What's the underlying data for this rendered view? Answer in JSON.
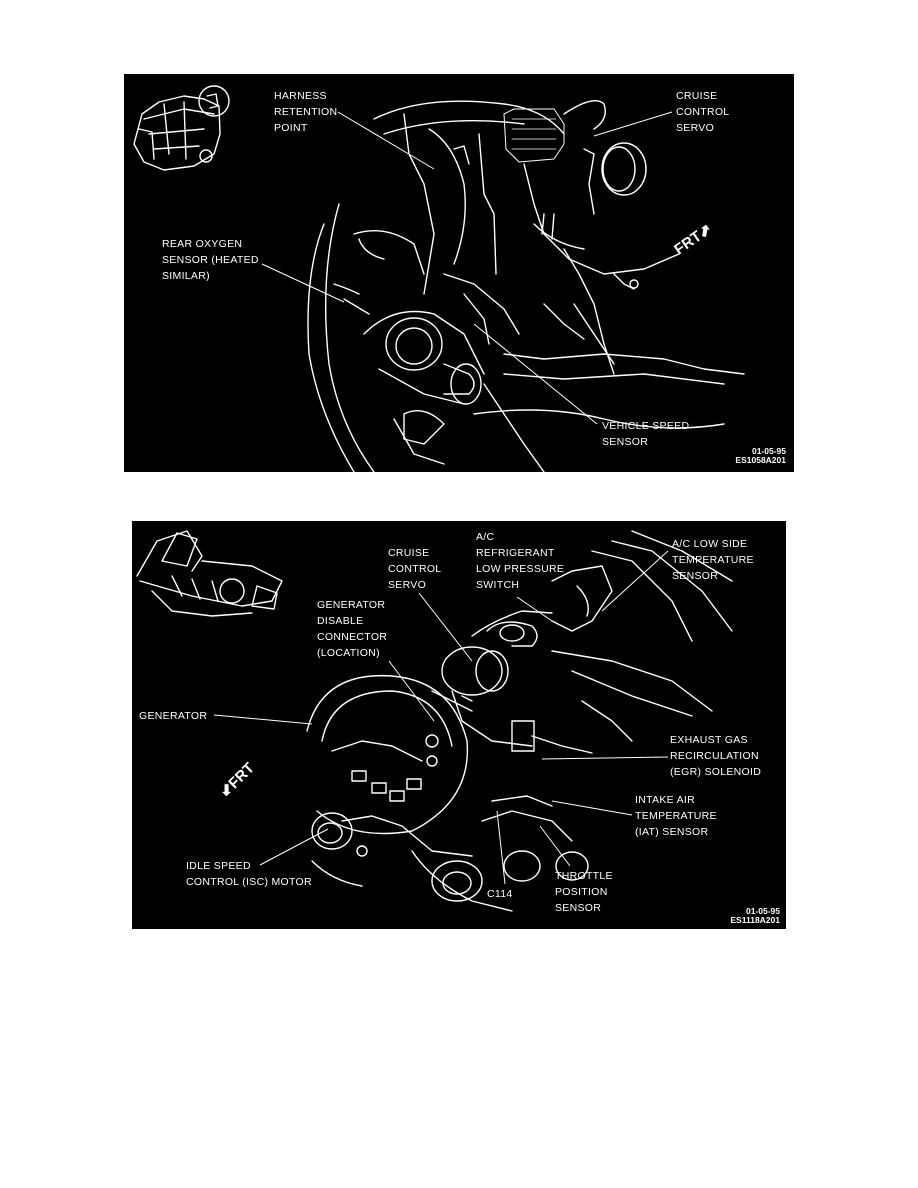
{
  "figures": [
    {
      "id": "figure-1",
      "labels": {
        "harness_retention_point": "HARNESS\nRETENTION\nPOINT",
        "cruise_control_servo": "CRUISE\nCONTROL\nSERVO",
        "rear_oxygen_sensor": "REAR OXYGEN\nSENSOR (HEATED\nSIMILAR)",
        "vehicle_speed_sensor": "VEHICLE SPEED\nSENSOR"
      },
      "direction": "FRT",
      "date": "01-05-95",
      "code": "ES1058A201"
    },
    {
      "id": "figure-2",
      "labels": {
        "cruise_control_servo": "CRUISE\nCONTROL\nSERVO",
        "ac_refrigerant_switch": "A/C\nREFRIGERANT\nLOW PRESSURE\nSWITCH",
        "ac_low_side_temp_sensor": "A/C LOW SIDE\nTEMPERATURE\nSENSOR",
        "generator_disable_connector": "GENERATOR\nDISABLE\nCONNECTOR\n(LOCATION)",
        "generator": "GENERATOR",
        "egr_solenoid": "EXHAUST GAS\nRECIRCULATION\n(EGR) SOLENOID",
        "iat_sensor": "INTAKE AIR\nTEMPERATURE\n(IAT) SENSOR",
        "isc_motor": "IDLE SPEED\nCONTROL (ISC) MOTOR",
        "throttle_position_sensor": "THROTTLE\nPOSITION\nSENSOR",
        "c114": "C114"
      },
      "direction": "FRT",
      "date": "01-05-95",
      "code": "ES1118A201"
    }
  ]
}
